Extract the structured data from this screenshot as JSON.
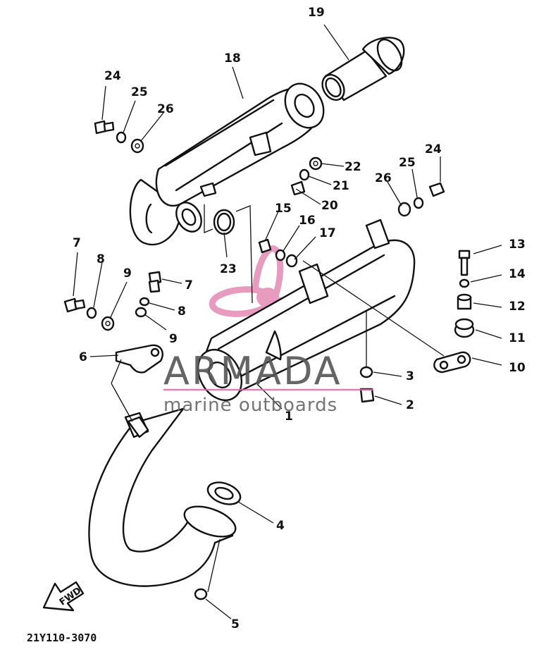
{
  "diagram": {
    "drawing_code": "21Y110-3070",
    "fwd_label": "FWD",
    "part_labels": [
      "1",
      "2",
      "3",
      "4",
      "5",
      "6",
      "7",
      "7",
      "8",
      "8",
      "9",
      "9",
      "10",
      "11",
      "12",
      "13",
      "14",
      "15",
      "16",
      "17",
      "18",
      "19",
      "20",
      "21",
      "22",
      "23",
      "24",
      "24",
      "25",
      "25",
      "26",
      "26"
    ]
  },
  "watermark": {
    "brand": "ARMADA",
    "tagline": "marine outboards",
    "colors": {
      "logo": "#e89cc0",
      "text": "#555555",
      "line": "#d070a0"
    }
  }
}
